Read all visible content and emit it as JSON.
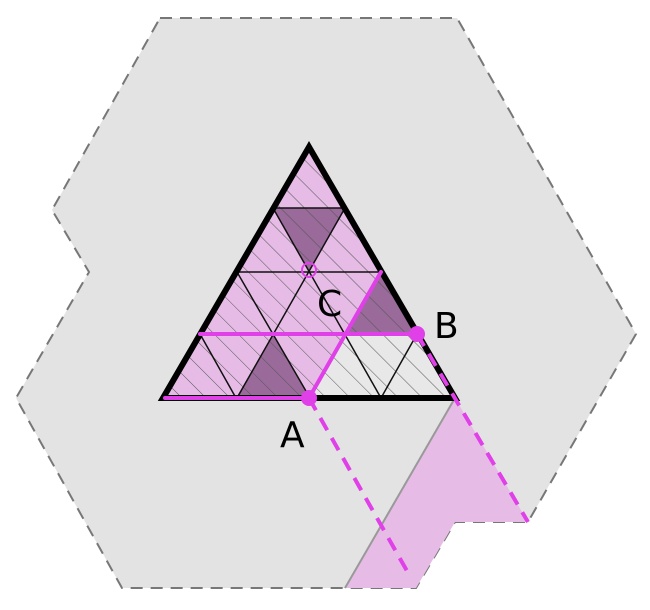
{
  "figure": {
    "labels": {
      "a": "A",
      "b": "B",
      "c": "C"
    }
  },
  "colors": {
    "background_region": "#e3e3e3",
    "region_outline": "#777777",
    "pink_light": "#e6bce6",
    "pink_dark": "#9a6a9a",
    "magenta": "#e040e8",
    "triangle_outline": "#000000",
    "hatch": "#555555"
  }
}
